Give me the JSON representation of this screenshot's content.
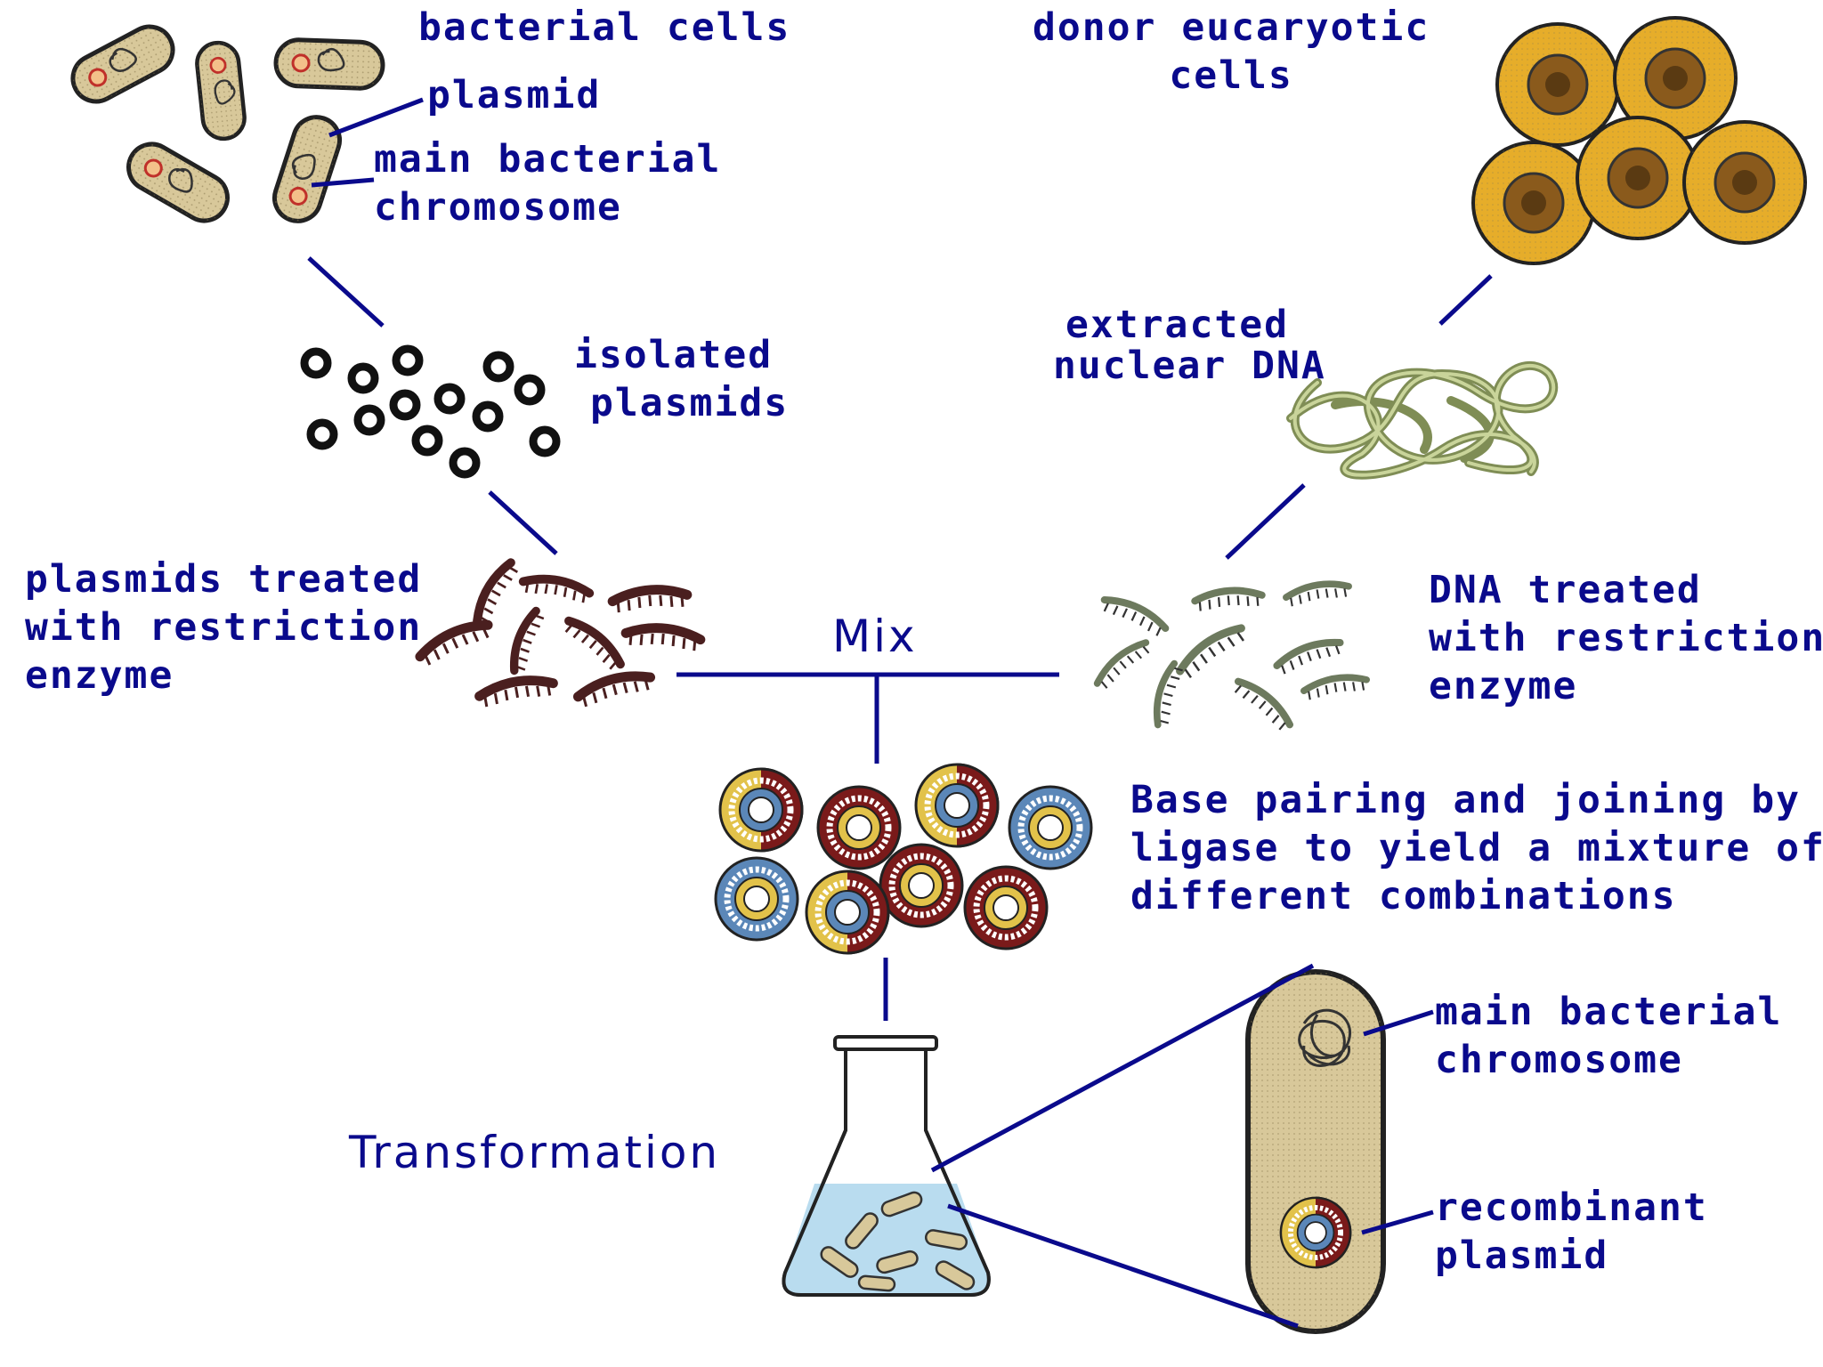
{
  "labels": {
    "bacterial_cells": "bacterial cells",
    "plasmid": "plasmid",
    "main_chromosome_top": [
      "main bacterial",
      "chromosome"
    ],
    "donor_cells": [
      "donor eucaryotic",
      "cells"
    ],
    "isolated_plasmids": [
      "isolated",
      "plasmids"
    ],
    "extracted_dna": [
      "extracted",
      "nuclear DNA"
    ],
    "plasmids_treated": [
      "plasmids treated",
      "with restriction",
      "enzyme"
    ],
    "dna_treated": [
      "DNA treated",
      "with restriction",
      "enzyme"
    ],
    "mix": "Mix",
    "base_pairing": [
      "Base pairing and joining by",
      "ligase to yield a mixture of",
      "different combinations"
    ],
    "transformation": "Transformation",
    "main_chromosome_bottom": [
      "main bacterial",
      "chromosome"
    ],
    "recombinant_plasmid": [
      "recombinant",
      "plasmid"
    ]
  },
  "colors": {
    "text": "#0a0a8c",
    "line": "#0a0a8c",
    "bacteria_fill": "#d8c89a",
    "donor_cell_fill": "#e6ad2a",
    "donor_nucleus": "#8a5a1c",
    "nuclear_dna": "#9aaa6a",
    "plasmid_fragment": "#4a1f1f",
    "dna_fragment": "#6d7a5e",
    "recombinant_red": "#7a1a1a",
    "recombinant_blue": "#5b87b8",
    "recombinant_yellow": "#e2c24a",
    "flask_liquid": "#b9dcef"
  }
}
